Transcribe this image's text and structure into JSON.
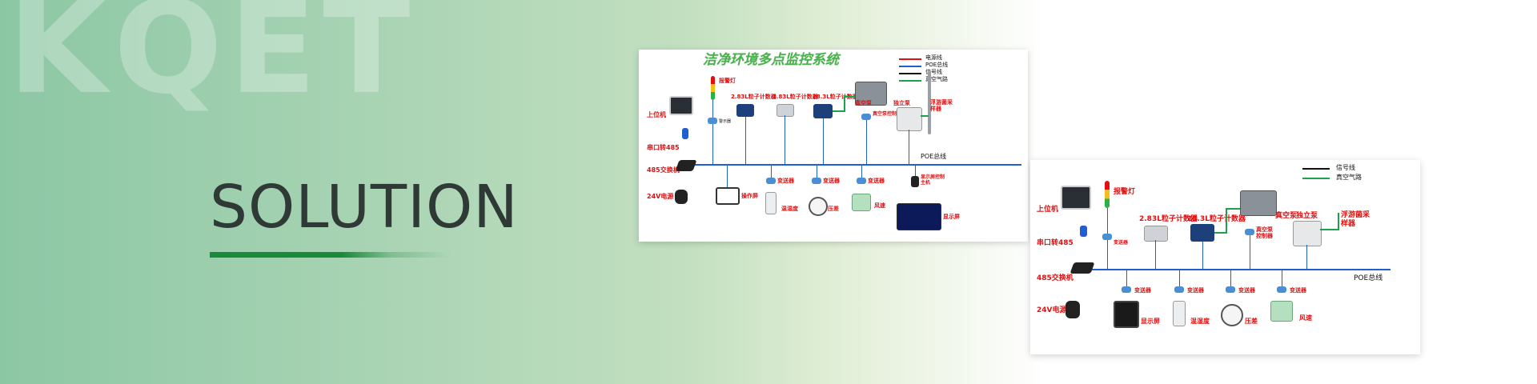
{
  "banner": {
    "watermark": "KQET",
    "heading": "SOLUTION"
  },
  "diagram1": {
    "title": "洁净环境多点监控系统",
    "legend": [
      "电源线",
      "POE总线",
      "信号线",
      "真空气路"
    ],
    "bus_label": "POE总线",
    "left_labels": [
      "上位机",
      "串口转485",
      "485交换机",
      "24V电源"
    ],
    "top_labels": [
      "报警灯",
      "2.83L粒子计数器",
      "2.83L粒子计数器",
      "28.3L粒子计数器",
      "真空泵",
      "真空泵控制器",
      "独立泵",
      "浮游菌采样器"
    ],
    "small_labels": [
      "警示器"
    ],
    "bottom_labels": [
      "变送器",
      "变送器",
      "变送器",
      "操作屏",
      "温湿度",
      "压差",
      "风速",
      "显示屏控制主机",
      "显示屏"
    ]
  },
  "diagram2": {
    "legend": [
      "信号线",
      "真空气路"
    ],
    "bus_label": "POE总线",
    "left_labels": [
      "上位机",
      "串口转485",
      "485交换机",
      "24V电源"
    ],
    "top_labels": [
      "报警灯",
      "2.83L粒子计数器",
      "28.3L粒子计数器",
      "真空泵",
      "真空泵控制器",
      "独立泵",
      "浮游菌采样器"
    ],
    "small_labels": [
      "变送器"
    ],
    "bottom_labels": [
      "变送器",
      "变送器",
      "变送器",
      "变送器",
      "显示屏",
      "温湿度",
      "压差",
      "风速"
    ]
  },
  "colors": {
    "accent_green": "#1a8a3a",
    "bus_blue": "#1f5fd0",
    "label_red": "#e01010"
  }
}
